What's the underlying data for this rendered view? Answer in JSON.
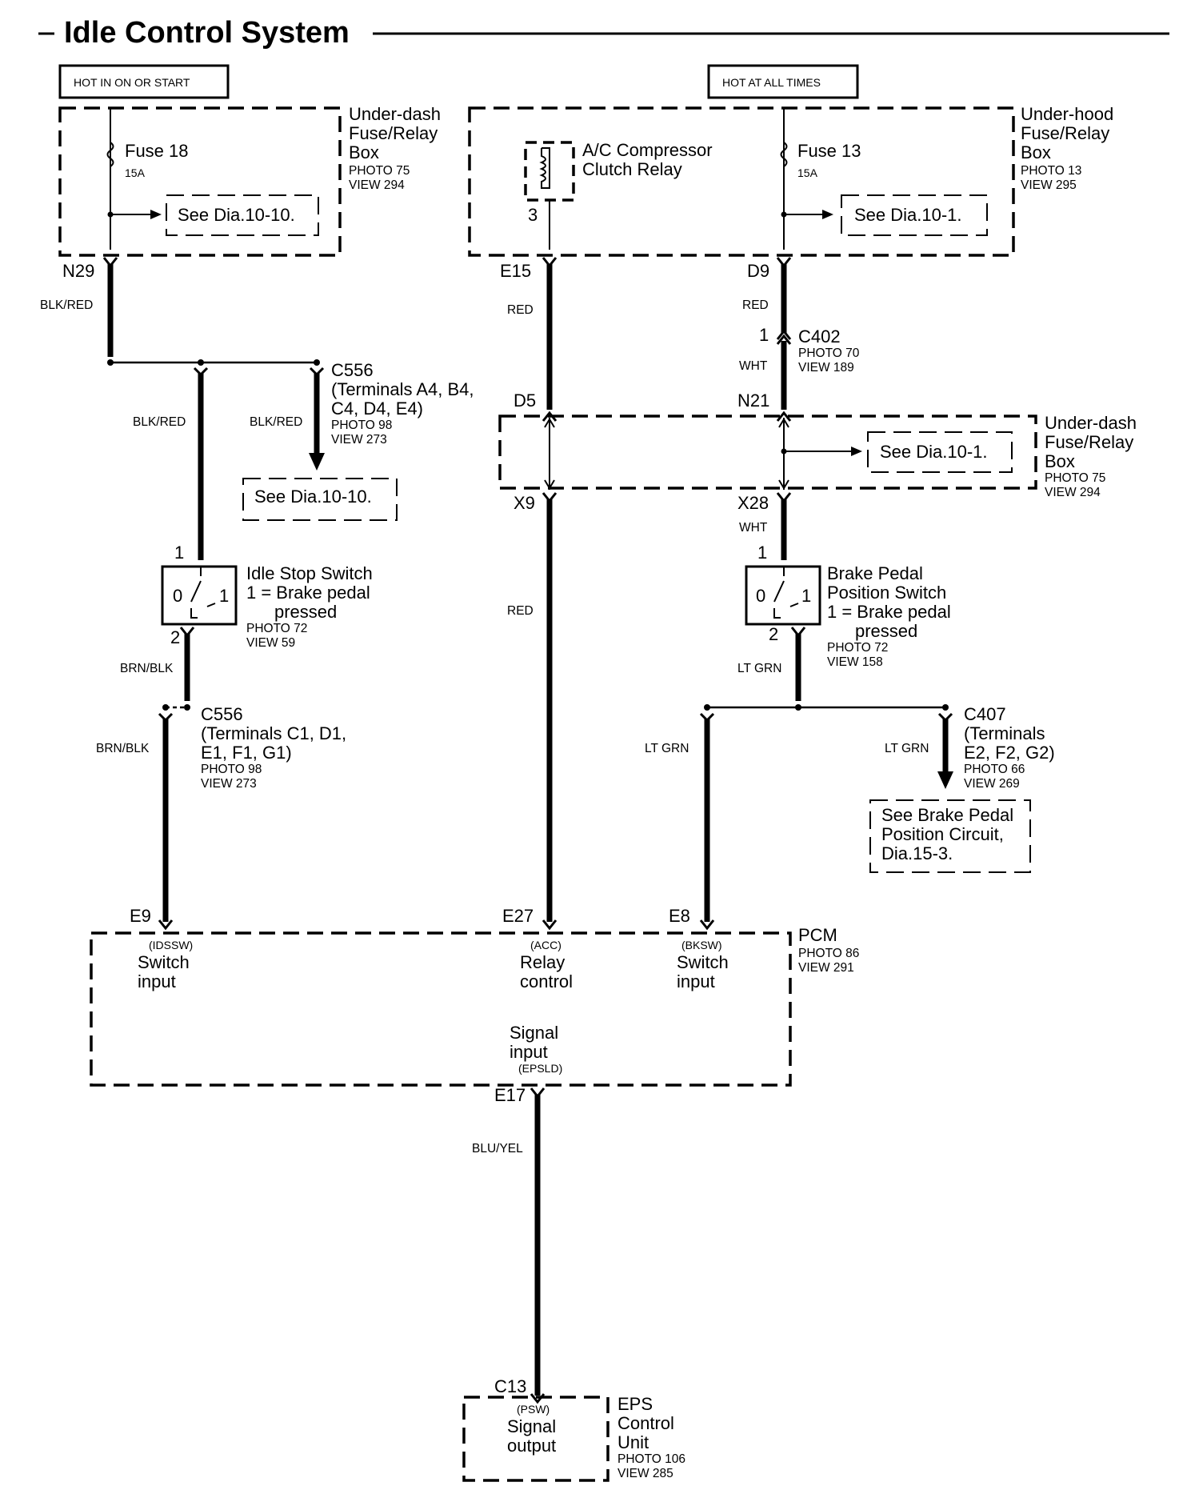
{
  "title": "Idle Control System",
  "power": {
    "left": "HOT IN ON OR START",
    "right": "HOT AT ALL TIMES"
  },
  "underdash_top": {
    "name_l1": "Under-dash",
    "name_l2": "Fuse/Relay",
    "name_l3": "Box",
    "photo": "PHOTO 75",
    "view": "VIEW 294",
    "fuse": "Fuse 18",
    "amps": "15A",
    "see": "See Dia.10-10."
  },
  "underhood": {
    "name_l1": "Under-hood",
    "name_l2": "Fuse/Relay",
    "name_l3": "Box",
    "photo": "PHOTO 13",
    "view": "VIEW 295",
    "fuse": "Fuse 13",
    "amps": "15A",
    "see": "See Dia.10-1.",
    "relay_l1": "A/C Compressor",
    "relay_l2": "Clutch Relay",
    "relay_pin": "3"
  },
  "pins": {
    "n29": "N29",
    "e15": "E15",
    "d9": "D9",
    "d5": "D5",
    "n21": "N21",
    "x9": "X9",
    "x28": "X28",
    "e9": "E9",
    "e27": "E27",
    "e8": "E8",
    "e17": "E17",
    "c13": "C13",
    "c402_pin": "1"
  },
  "wires": {
    "blk_red_1": "BLK/RED",
    "blk_red_2": "BLK/RED",
    "blk_red_3": "BLK/RED",
    "red_1": "RED",
    "red_2": "RED",
    "red_3": "RED",
    "wht_1": "WHT",
    "wht_2": "WHT",
    "brn_blk_1": "BRN/BLK",
    "brn_blk_2": "BRN/BLK",
    "lt_grn_1": "LT GRN",
    "lt_grn_2": "LT GRN",
    "lt_grn_3": "LT GRN",
    "blu_yel": "BLU/YEL"
  },
  "c556_a": {
    "name": "C556",
    "l1": "(Terminals A4, B4,",
    "l2": "C4, D4, E4)",
    "photo": "PHOTO 98",
    "view": "VIEW 273",
    "see": "See Dia.10-10."
  },
  "c402": {
    "name": "C402",
    "photo": "PHOTO 70",
    "view": "VIEW 189"
  },
  "underdash_mid": {
    "name_l1": "Under-dash",
    "name_l2": "Fuse/Relay",
    "name_l3": "Box",
    "photo": "PHOTO 75",
    "view": "VIEW 294",
    "see": "See Dia.10-1."
  },
  "idle_switch": {
    "pin1": "1",
    "pin2": "2",
    "pos0": "0",
    "pos1": "1",
    "name": "Idle Stop Switch",
    "note_l1": "1 = Brake pedal",
    "note_l2": "pressed",
    "photo": "PHOTO 72",
    "view": "VIEW 59"
  },
  "brake_switch": {
    "pin1": "1",
    "pin2": "2",
    "pos0": "0",
    "pos1": "1",
    "name_l1": "Brake Pedal",
    "name_l2": "Position Switch",
    "note_l1": "1 = Brake pedal",
    "note_l2": "pressed",
    "photo": "PHOTO 72",
    "view": "VIEW 158"
  },
  "c556_b": {
    "name": "C556",
    "l1": "(Terminals C1, D1,",
    "l2": "E1, F1, G1)",
    "photo": "PHOTO 98",
    "view": "VIEW 273"
  },
  "c407": {
    "name": "C407",
    "l1": "(Terminals",
    "l2": "E2, F2, G2)",
    "photo": "PHOTO 66",
    "view": "VIEW 269",
    "see_l1": "See Brake Pedal",
    "see_l2": "Position  Circuit,",
    "see_l3": "Dia.15-3."
  },
  "pcm": {
    "name": "PCM",
    "photo": "PHOTO 86",
    "view": "VIEW 291",
    "idssw": "(IDSSW)",
    "idssw_l1": "Switch",
    "idssw_l2": "input",
    "acc": "(ACC)",
    "acc_l1": "Relay",
    "acc_l2": "control",
    "bksw": "(BKSW)",
    "bksw_l1": "Switch",
    "bksw_l2": "input",
    "sig_l1": "Signal",
    "sig_l2": "input",
    "epsld": "(EPSLD)"
  },
  "eps": {
    "psw": "(PSW)",
    "l1": "Signal",
    "l2": "output",
    "name_l1": "EPS",
    "name_l2": "Control",
    "name_l3": "Unit",
    "photo": "PHOTO 106",
    "view": "VIEW 285"
  }
}
